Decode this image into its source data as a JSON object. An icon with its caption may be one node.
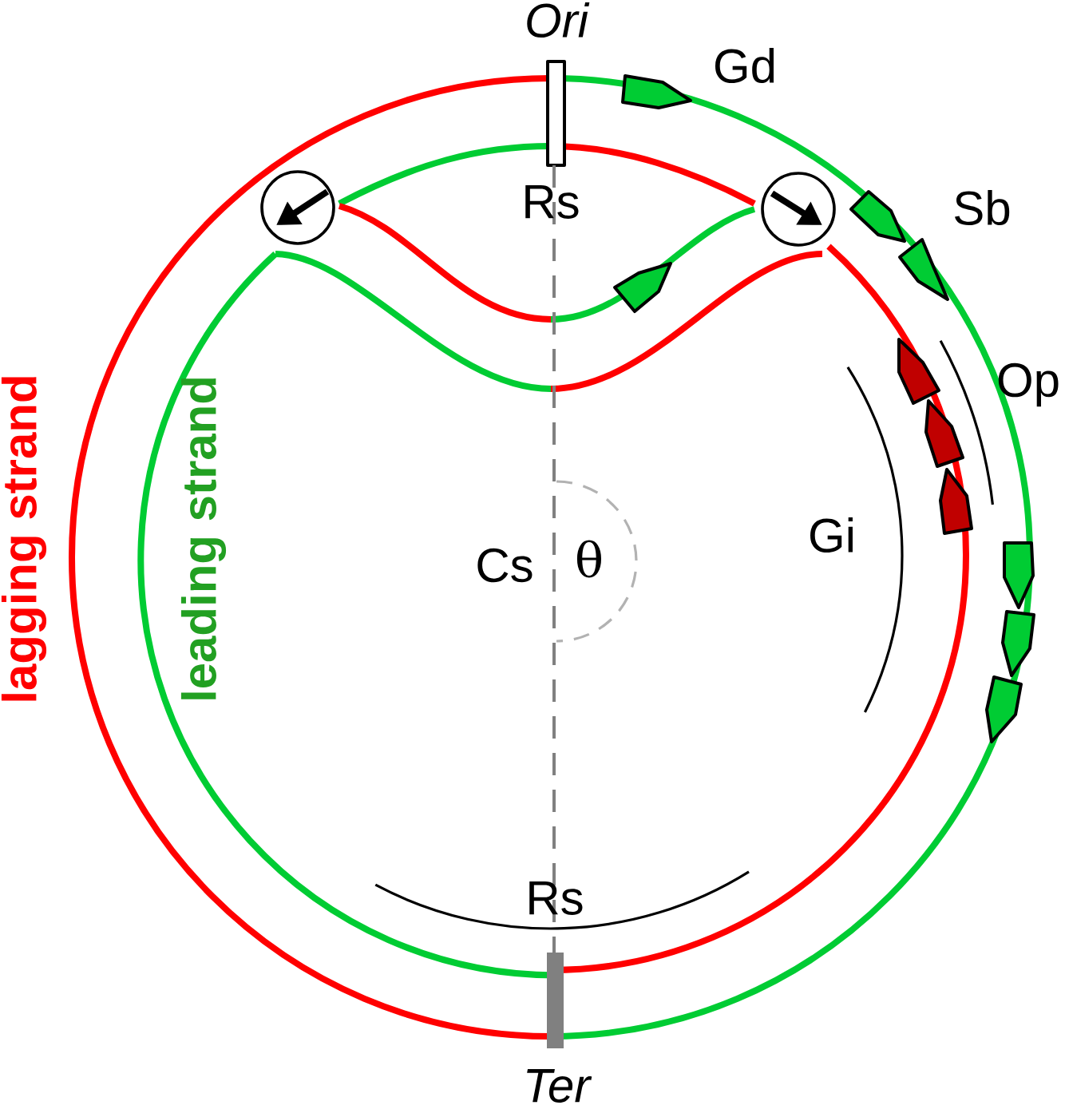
{
  "diagram": {
    "labels": [
      "Ori",
      "Gd",
      "Rs",
      "Sb",
      "Op",
      "lagging strand",
      "leading strand",
      "Gi",
      "Cs",
      "θ",
      "Rs",
      "Ter"
    ]
  }
}
